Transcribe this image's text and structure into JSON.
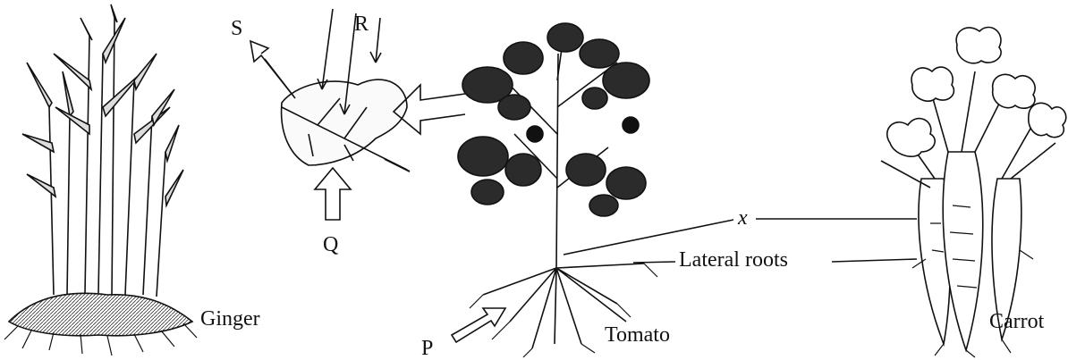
{
  "labels": {
    "s": "S",
    "r": "R",
    "q": "Q",
    "p": "P",
    "x": "x",
    "ginger": "Ginger",
    "tomato": "Tomato",
    "carrot": "Carrot",
    "lateral_roots": "Lateral roots"
  },
  "colors": {
    "ink": "#111111",
    "leaf_dark": "#2b2b2b",
    "leaf_mid": "#555555",
    "background": "#ffffff"
  }
}
